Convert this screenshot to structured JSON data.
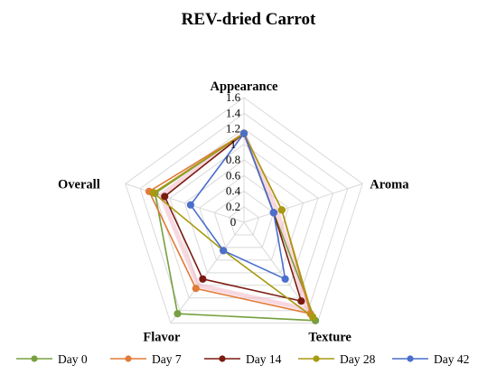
{
  "chart_data": {
    "type": "radar",
    "title": "REV-dried Carrot",
    "axes": [
      "Appearance",
      "Aroma",
      "Texture",
      "Flavor",
      "Overall"
    ],
    "r_range": [
      0,
      1.6
    ],
    "ticks": [
      "0",
      "0.2",
      "0.4",
      "0.6",
      "0.8",
      "1",
      "1.2",
      "1.4",
      "1.6"
    ],
    "tick_values": [
      0,
      0.2,
      0.4,
      0.6,
      0.8,
      1.0,
      1.2,
      1.4,
      1.6
    ],
    "grid": true,
    "legend_position": "bottom",
    "series": [
      {
        "name": "Day 0",
        "color": "#77a040",
        "values": [
          1.14,
          0.4,
          1.56,
          1.45,
          1.2
        ]
      },
      {
        "name": "Day 7",
        "color": "#e07b39",
        "values": [
          1.14,
          0.51,
          1.45,
          1.05,
          1.28
        ]
      },
      {
        "name": "Day 14",
        "color": "#7b1a10",
        "values": [
          1.14,
          0.4,
          1.25,
          0.9,
          1.07
        ]
      },
      {
        "name": "Day 28",
        "color": "#a89a10",
        "values": [
          1.14,
          0.51,
          1.5,
          0.45,
          1.22
        ]
      },
      {
        "name": "Day 42",
        "color": "#4a6fcc",
        "values": [
          1.14,
          0.4,
          0.9,
          0.45,
          0.72
        ]
      }
    ],
    "pink_band": {
      "color": "#f2b8c6"
    }
  }
}
